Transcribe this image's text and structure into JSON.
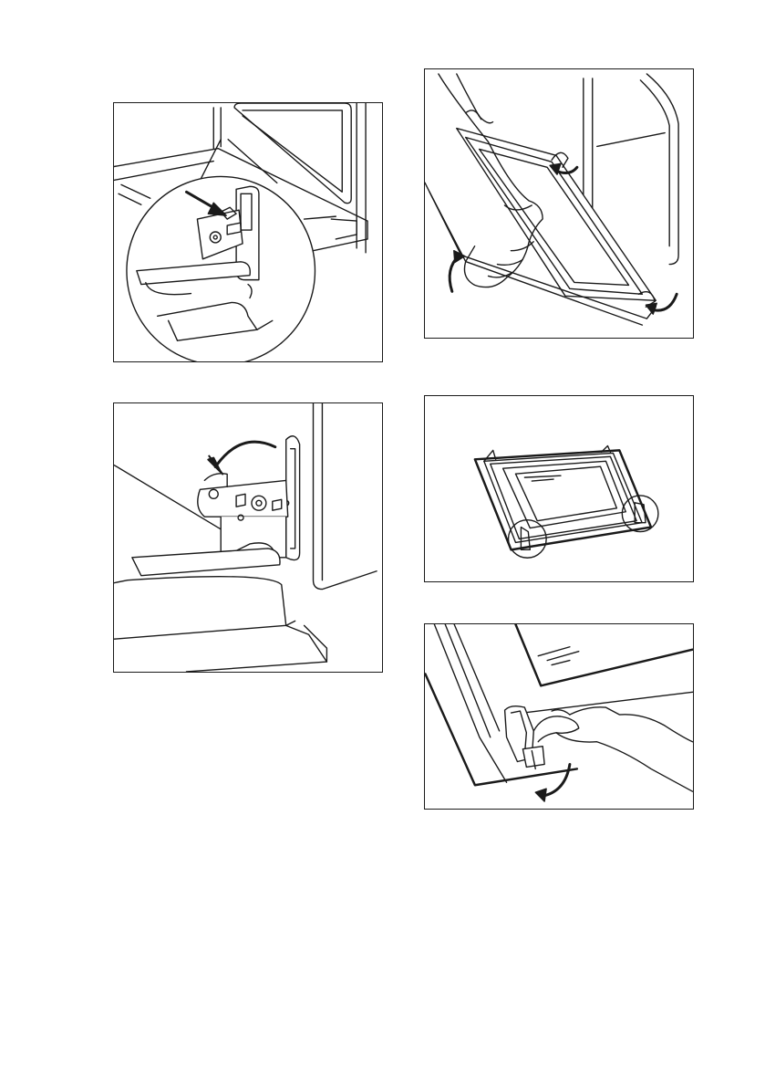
{
  "page": {
    "background": "#ffffff",
    "line_color": "#1a1a1a"
  },
  "figures": [
    {
      "id": "fig1",
      "icon": "door-hinge-lever-closeup-illustration"
    },
    {
      "id": "fig2",
      "icon": "hinge-lever-rotate-illustration"
    },
    {
      "id": "fig3",
      "icon": "door-lift-off-illustration"
    },
    {
      "id": "fig4",
      "icon": "door-panel-clips-illustration"
    },
    {
      "id": "fig5",
      "icon": "door-clip-release-illustration"
    }
  ]
}
